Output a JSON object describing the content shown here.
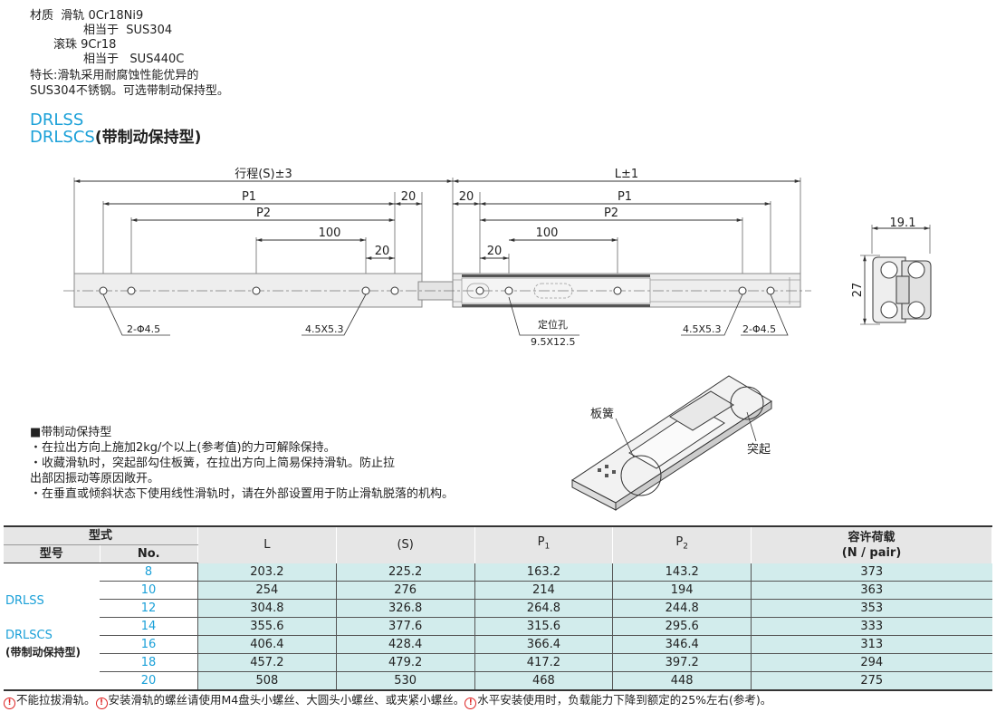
{
  "material": {
    "label": "材质",
    "rail_label": "滑轨",
    "rail_value": "0Cr18Ni9",
    "equiv_label": "相当于",
    "rail_equiv": "SUS304",
    "ball_label": "滚珠",
    "ball_value": "9Cr18",
    "ball_equiv": "SUS440C"
  },
  "feature": {
    "line1": "特长:滑轨采用耐腐蚀性能优异的",
    "line2": "SUS304不锈钢。可选带制动保持型。"
  },
  "title": {
    "line1": "DRLSS",
    "line2_model": "DRLSCS",
    "line2_suffix": "(带制动保持型)"
  },
  "drawing": {
    "stroke_label": "行程(S)±3",
    "length_label": "L±1",
    "p1": "P1",
    "p2": "P2",
    "dim_20": "20",
    "dim_100": "100",
    "dim_19_1": "19.1",
    "dim_27": "27",
    "hole_2phi": "2-Φ4.5",
    "slot": "4.5X5.3",
    "locate_hole": "定位孔",
    "locate_size": "9.5X12.5"
  },
  "iso": {
    "spring_label": "板簧",
    "bump_label": "突起"
  },
  "brake_notes": {
    "title": "■带制动保持型",
    "items": [
      "・在拉出方向上施加2kg/个以上(参考值)的力可解除保持。",
      "・收藏滑轨时，突起部勾住板簧，在拉出方向上简易保持滑轨。防止拉",
      "出部因振动等原因敞开。",
      "・在垂直或倾斜状态下使用线性滑轨时，请在外部设置用于防止滑轨脱落的机构。"
    ]
  },
  "table": {
    "group_header": "型式",
    "model_header": "型号",
    "no_header": "No.",
    "col_L": "L",
    "col_S": "(S)",
    "col_P1": "P",
    "col_P1_sub": "1",
    "col_P2": "P",
    "col_P2_sub": "2",
    "col_load": "容许荷载",
    "col_load_unit": "(N / pair)",
    "model_a": "DRLSS",
    "model_b": "DRLSCS",
    "model_b_note": "(带制动保持型)",
    "rows": [
      {
        "no": "8",
        "L": "203.2",
        "S": "225.2",
        "P1": "163.2",
        "P2": "143.2",
        "load": "373"
      },
      {
        "no": "10",
        "L": "254",
        "S": "276",
        "P1": "214",
        "P2": "194",
        "load": "363"
      },
      {
        "no": "12",
        "L": "304.8",
        "S": "326.8",
        "P1": "264.8",
        "P2": "244.8",
        "load": "353"
      },
      {
        "no": "14",
        "L": "355.6",
        "S": "377.6",
        "P1": "315.6",
        "P2": "295.6",
        "load": "333"
      },
      {
        "no": "16",
        "L": "406.4",
        "S": "428.4",
        "P1": "366.4",
        "P2": "346.4",
        "load": "313"
      },
      {
        "no": "18",
        "L": "457.2",
        "S": "479.2",
        "P1": "417.2",
        "P2": "397.2",
        "load": "294"
      },
      {
        "no": "20",
        "L": "508",
        "S": "530",
        "P1": "468",
        "P2": "448",
        "load": "275"
      }
    ]
  },
  "footnote": {
    "n1": "不能拉拔滑轨。",
    "n2": "安装滑轨的螺丝请使用M4盘头小螺丝、大圆头小螺丝、或夹紧小螺丝。",
    "n3": "水平安装使用时，负载能力下降到额定的25%左右(参考)。"
  },
  "colors": {
    "accent": "#1aa0d8",
    "cell_bg": "#d2ecec",
    "header_bg": "#e6e6e6",
    "warn": "#dd2222"
  }
}
